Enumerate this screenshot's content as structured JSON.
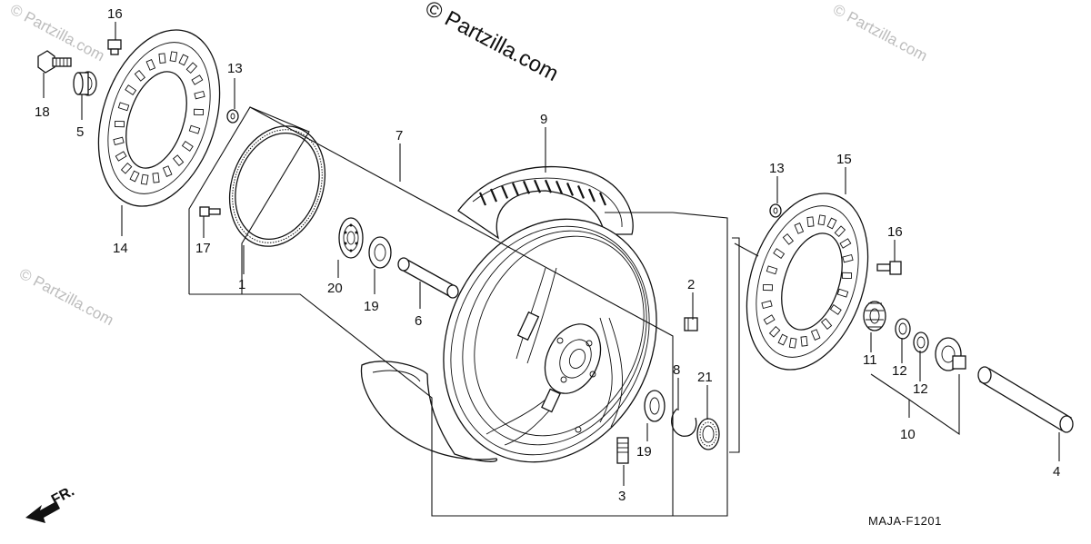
{
  "watermark": {
    "main": "© Partzilla.com",
    "faint": "© Partzilla.com"
  },
  "diagram_code": "MAJA-F1201",
  "direction_label": "FR.",
  "callouts": {
    "c1": "1",
    "c2": "2",
    "c3": "3",
    "c4": "4",
    "c5": "5",
    "c6": "6",
    "c7": "7",
    "c8": "8",
    "c9": "9",
    "c10": "10",
    "c11": "11",
    "c12a": "12",
    "c12b": "12",
    "c13a": "13",
    "c13b": "13",
    "c14": "14",
    "c15": "15",
    "c16a": "16",
    "c16b": "16",
    "c17": "17",
    "c18": "18",
    "c19a": "19",
    "c19b": "19",
    "c20": "20",
    "c21": "21"
  }
}
